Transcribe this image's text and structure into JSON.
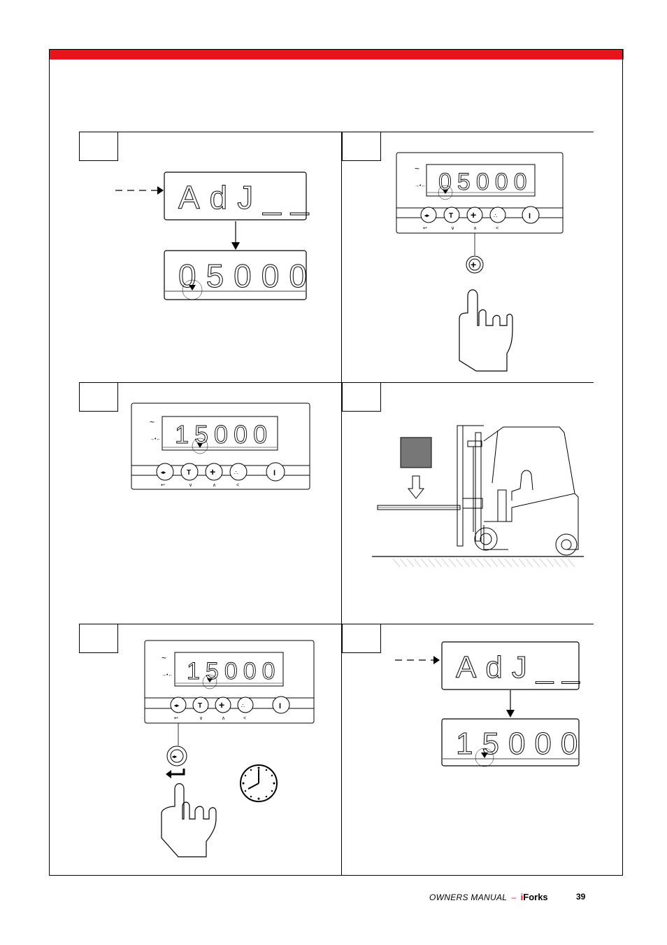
{
  "document": {
    "footer_manual": "OWNERS MANUAL",
    "footer_dash": "–",
    "brand_i": "i",
    "brand_rest": "Forks",
    "page_number": "39",
    "accent_color": "#e8141b"
  },
  "displays": {
    "adj": "AdJ__",
    "value_1": "05000",
    "value_2": "15000"
  },
  "icons": [
    "arrow-dashed-icon",
    "pointing-hand-icon",
    "plus-button-icon",
    "clock-icon",
    "enter-button-icon",
    "forklift-icon",
    "load-box-icon",
    "down-arrow-icon"
  ]
}
